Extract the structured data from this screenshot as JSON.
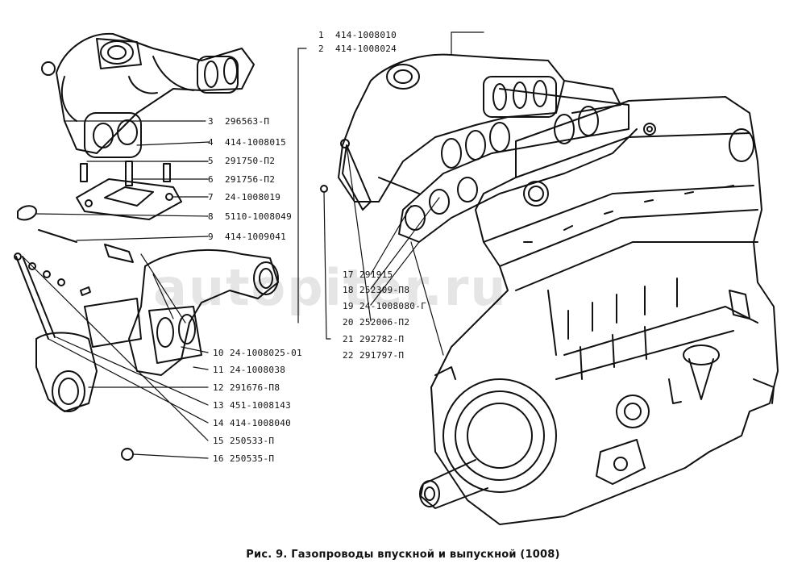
{
  "figure": {
    "caption": "Рис. 9. Газопроводы впускной и выпускной (1008)",
    "watermark": "autopiter.ru"
  },
  "callouts": [
    {
      "num": "1",
      "part": "414-1008010"
    },
    {
      "num": "2",
      "part": "414-1008024"
    },
    {
      "num": "3",
      "part": "296563-П"
    },
    {
      "num": "4",
      "part": "414-1008015"
    },
    {
      "num": "5",
      "part": "291750-П2"
    },
    {
      "num": "6",
      "part": "291756-П2"
    },
    {
      "num": "7",
      "part": "24-1008019"
    },
    {
      "num": "8",
      "part": "5110-1008049"
    },
    {
      "num": "9",
      "part": "414-1009041"
    },
    {
      "num": "10",
      "part": "24-1008025-01"
    },
    {
      "num": "11",
      "part": "24-1008038"
    },
    {
      "num": "12",
      "part": "291676-П8"
    },
    {
      "num": "13",
      "part": "451-1008143"
    },
    {
      "num": "14",
      "part": "414-1008040"
    },
    {
      "num": "15",
      "part": "250533-П"
    },
    {
      "num": "16",
      "part": "250535-П"
    },
    {
      "num": "17",
      "part": "291915"
    },
    {
      "num": "18",
      "part": "252309-П8"
    },
    {
      "num": "19",
      "part": "24-1008080-Г"
    },
    {
      "num": "20",
      "part": "252006-П2"
    },
    {
      "num": "21",
      "part": "292782-П"
    },
    {
      "num": "22",
      "part": "291797-П"
    }
  ]
}
